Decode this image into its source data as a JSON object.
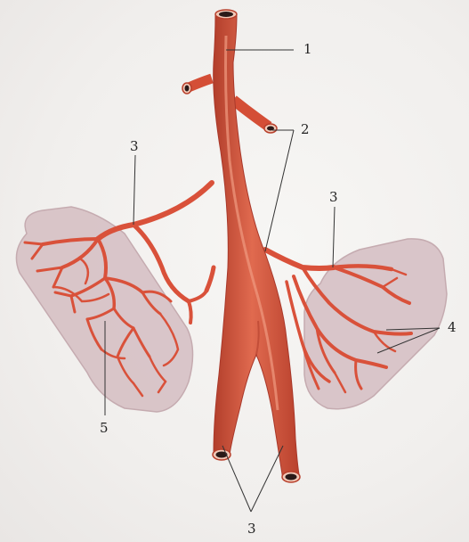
{
  "diagram": {
    "labels": {
      "top_trunk": "1",
      "side_branches": "2",
      "left_branch": "3",
      "right_branch": "3",
      "bottom_ends": "3",
      "right_twigs": "4",
      "left_network": "5"
    },
    "colors": {
      "vessel": "#d9513a",
      "vessel_dark": "#b8402c",
      "vessel_light": "#ec8a6f",
      "organ_fill": "#d9c2c6",
      "organ_stroke": "#b89aa0",
      "leader_line": "#333333",
      "lumen": "#2a1a18",
      "lumen_rim": "#f1c9b9"
    }
  }
}
